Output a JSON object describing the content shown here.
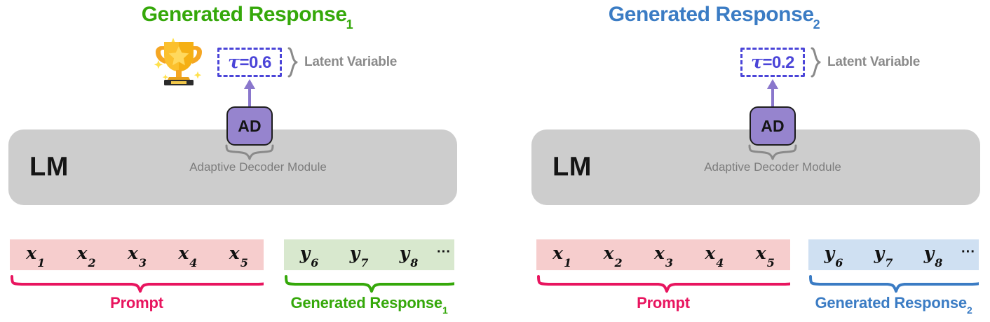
{
  "colors": {
    "green": "#35a80a",
    "blue": "#3b7cc4",
    "crimson": "#e8155f",
    "purple": "#4b45d8",
    "chip_purple": "#9684ce",
    "lm_gray": "#cdcdcd",
    "muted_gray": "#8a8a8a",
    "prompt_fill": "#f6cdcd",
    "green_fill": "#d8e8ce",
    "blue_fill": "#cfe0f2"
  },
  "panels": [
    {
      "id": "panel-1",
      "title_text": "Generated Response",
      "title_sub": "1",
      "title_color": "#35a80a",
      "has_trophy": true,
      "trophy_icon": "trophy-emoji",
      "tau_label": "τ",
      "tau_value": "=0.6",
      "latent_label": "Latent Variable",
      "ad_chip_label": "AD",
      "ad_module_label": "Adaptive Decoder Module",
      "lm_label": "LM",
      "prompt_tokens": [
        {
          "base": "x",
          "idx": "1"
        },
        {
          "base": "x",
          "idx": "2"
        },
        {
          "base": "x",
          "idx": "3"
        },
        {
          "base": "x",
          "idx": "4"
        },
        {
          "base": "x",
          "idx": "5"
        }
      ],
      "response_tokens": [
        {
          "base": "y",
          "idx": "6"
        },
        {
          "base": "y",
          "idx": "7"
        },
        {
          "base": "y",
          "idx": "8"
        }
      ],
      "response_ellipsis": "···",
      "prompt_brace_label": "Prompt",
      "prompt_brace_color": "#e8155f",
      "response_brace_label": "Generated Response",
      "response_brace_sub": "1",
      "response_brace_color": "#35a80a",
      "response_fill_class": "resp-green"
    },
    {
      "id": "panel-2",
      "title_text": "Generated Response",
      "title_sub": "2",
      "title_color": "#3b7cc4",
      "has_trophy": false,
      "trophy_icon": "",
      "tau_label": "τ",
      "tau_value": "=0.2",
      "latent_label": "Latent Variable",
      "ad_chip_label": "AD",
      "ad_module_label": "Adaptive Decoder Module",
      "lm_label": "LM",
      "prompt_tokens": [
        {
          "base": "x",
          "idx": "1"
        },
        {
          "base": "x",
          "idx": "2"
        },
        {
          "base": "x",
          "idx": "3"
        },
        {
          "base": "x",
          "idx": "4"
        },
        {
          "base": "x",
          "idx": "5"
        }
      ],
      "response_tokens": [
        {
          "base": "y",
          "idx": "6"
        },
        {
          "base": "y",
          "idx": "7"
        },
        {
          "base": "y",
          "idx": "8"
        }
      ],
      "response_ellipsis": "···",
      "prompt_brace_label": "Prompt",
      "prompt_brace_color": "#e8155f",
      "response_brace_label": "Generated Response",
      "response_brace_sub": "2",
      "response_brace_color": "#3b7cc4",
      "response_fill_class": "resp-blue"
    }
  ]
}
